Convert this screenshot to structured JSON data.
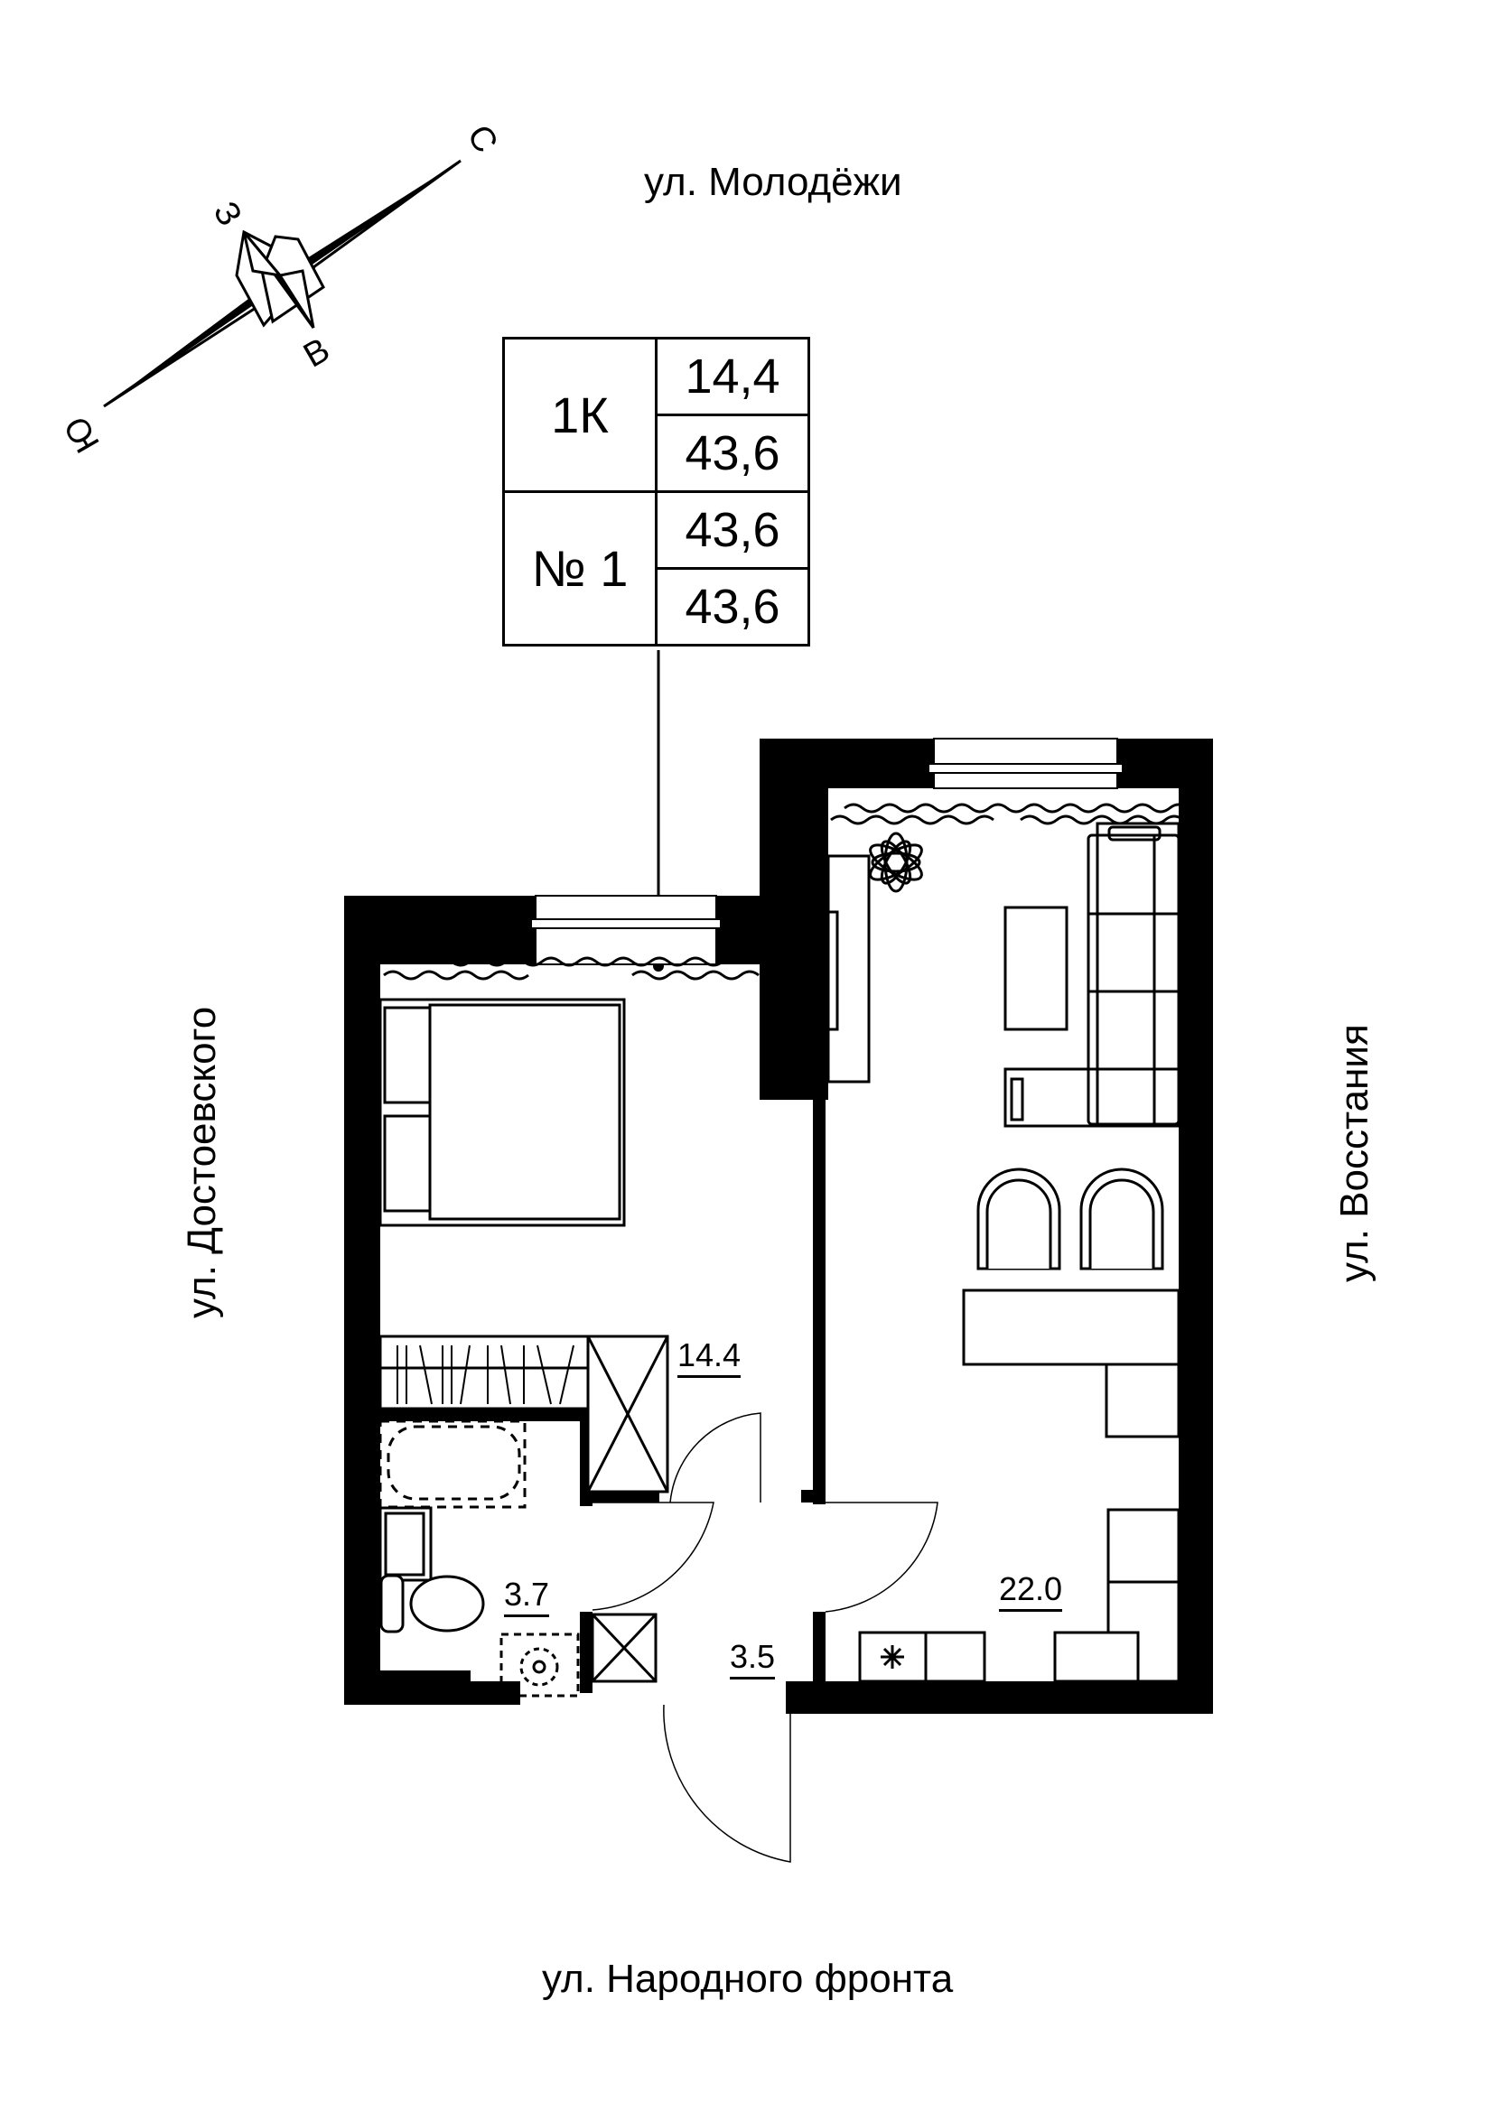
{
  "streets": {
    "north": "ул. Молодёжи",
    "west": "ул. Достоевского",
    "east": "ул. Восстания",
    "south": "ул. Народного фронта"
  },
  "compass": {
    "north": "С",
    "west": "З",
    "east": "В",
    "south": "Ю"
  },
  "apartment_info": {
    "type": "1К",
    "number": "№ 1",
    "living_area": "14,4",
    "total_area": "43,6",
    "area_2": "43,6",
    "area_3": "43,6"
  },
  "rooms": [
    {
      "name": "bedroom",
      "area": "14.4"
    },
    {
      "name": "bathroom",
      "area": "3.7"
    },
    {
      "name": "hallway",
      "area": "3.5"
    },
    {
      "name": "kitchen-living",
      "area": "22.0"
    }
  ],
  "colors": {
    "wall": "#000000",
    "background": "#ffffff"
  }
}
